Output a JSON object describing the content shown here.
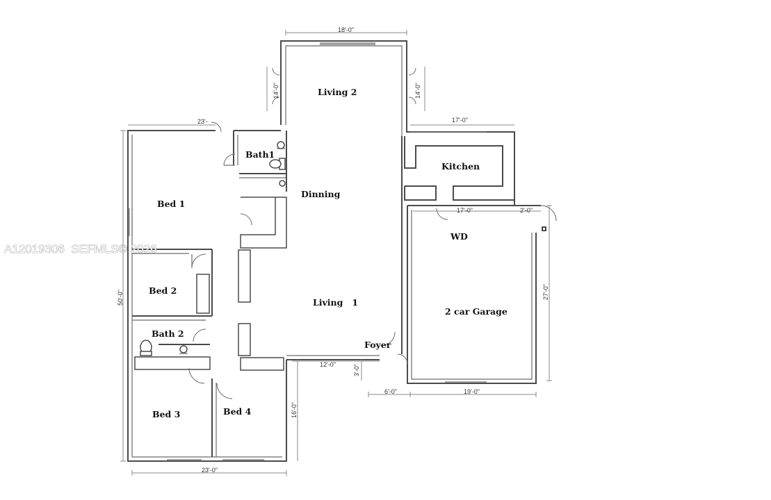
{
  "watermark": "A12019306  SEFMLS© 2026",
  "rooms": {
    "living2": "Living 2",
    "bath1": "Bath1",
    "kitchen": "Kitchen",
    "dinning": "Dinning",
    "bed1": "Bed 1",
    "wd": "WD",
    "bed2": "Bed 2",
    "living1": "Living   1",
    "garage": "2 car Garage",
    "bath2": "Bath 2",
    "foyer": "Foyer",
    "bed3": "Bed 3",
    "bed4": "Bed 4"
  },
  "dimensions": {
    "top_width": "18'-0\"",
    "living2_left": "14'-0\"",
    "living2_right": "14'-0\"",
    "bed_wing_top": "23'-",
    "kitchen_width": "17'-0\"",
    "wd_width": "17'-0\"",
    "wd_side": "2'-0\"",
    "left_depth": "50'-0\"",
    "garage_depth": "27'-0\"",
    "foyer_width": "12'-0\"",
    "foyer_step": "3'-0\"",
    "foyer_bottom": "6'-0\"",
    "garage_width": "19'-0\"",
    "bed4_depth": "16'-0\"",
    "bottom_width": "23'-0\""
  }
}
